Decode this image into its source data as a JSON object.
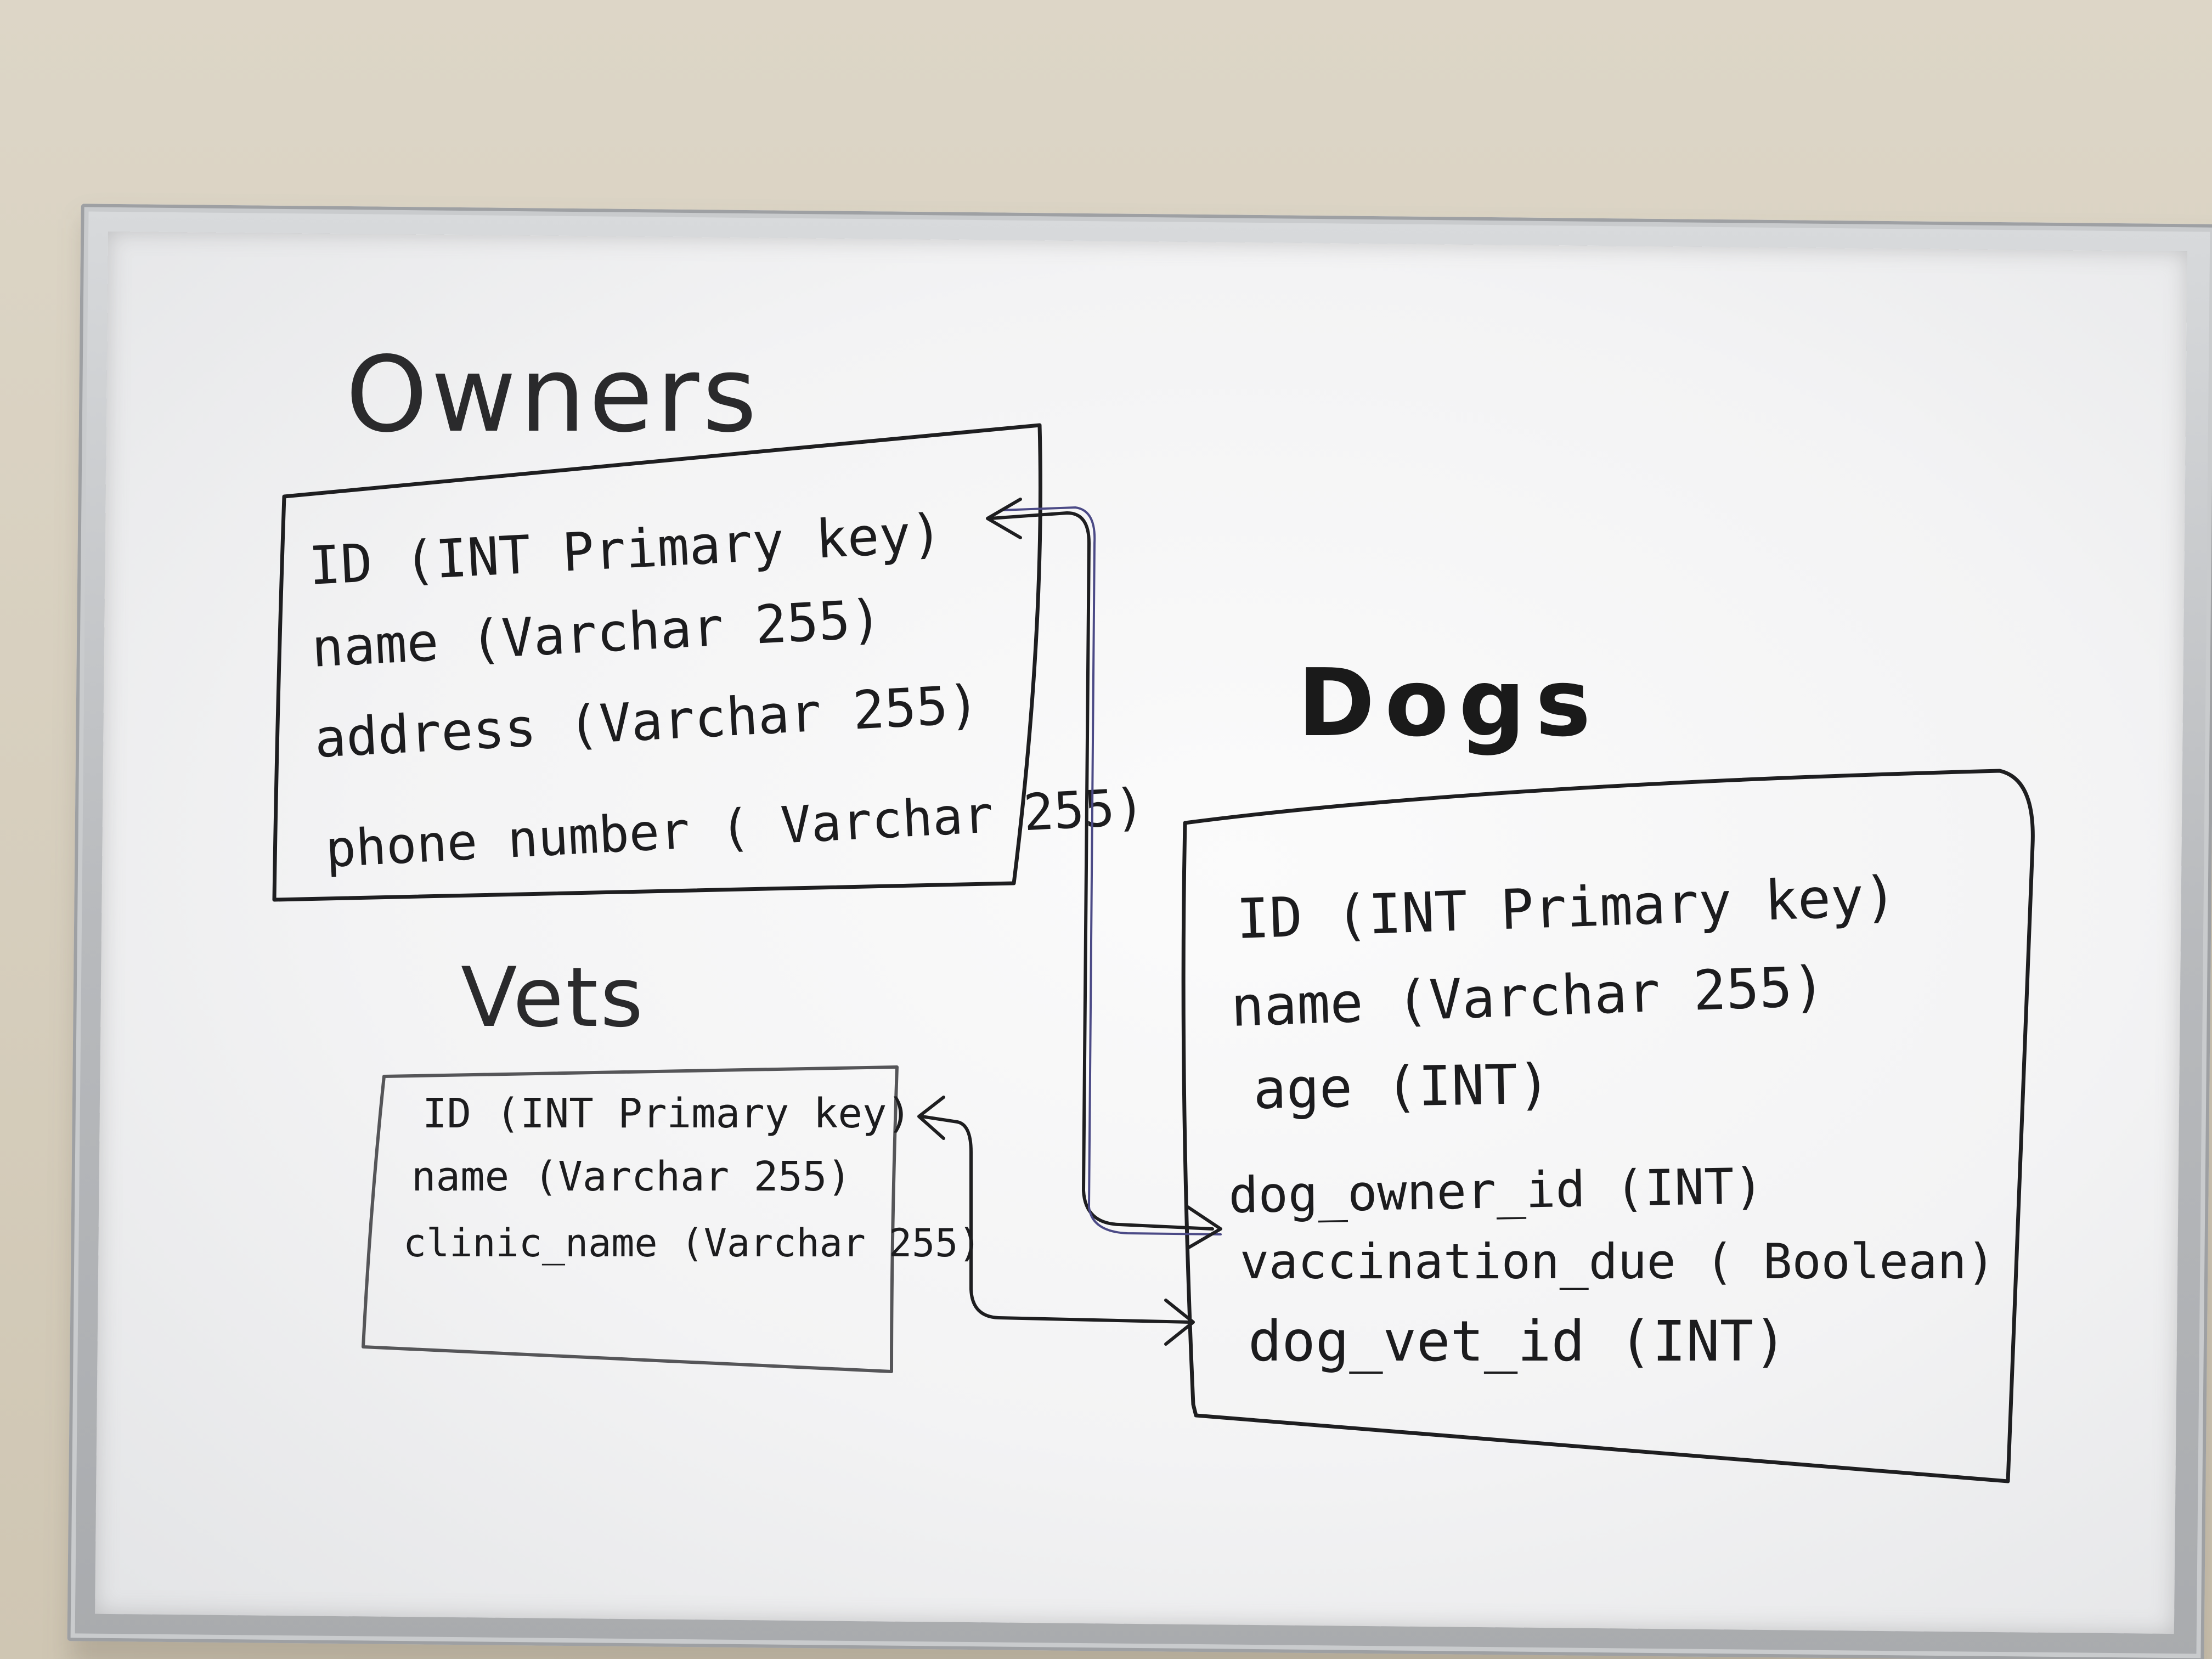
{
  "whiteboard": {
    "owners": {
      "title": "Owners",
      "fields": [
        "ID     (INT  Primary key)",
        "name  (Varchar 255)",
        "address  (Varchar 255)",
        "phone number  ( Varchar 255)"
      ]
    },
    "vets": {
      "title": "Vets",
      "fields": [
        "ID (INT Primary key)",
        "name  (Varchar 255)",
        "clinic_name (Varchar 255)"
      ]
    },
    "dogs": {
      "title": "Dogs",
      "fields": [
        "ID   (INT  Primary key)",
        "name   (Varchar 255)",
        "age     (INT)",
        "dog_owner_id  (INT)",
        "vaccination_due ( Boolean)",
        "dog_vet_id (INT)"
      ]
    },
    "colors": {
      "ink": "#1c1c1e",
      "grey_ink": "#555558",
      "blue_ink": "#4b4a86",
      "board": "#f5f5f6",
      "frame": "#b8babd",
      "wall": "#d9d1c1"
    }
  }
}
